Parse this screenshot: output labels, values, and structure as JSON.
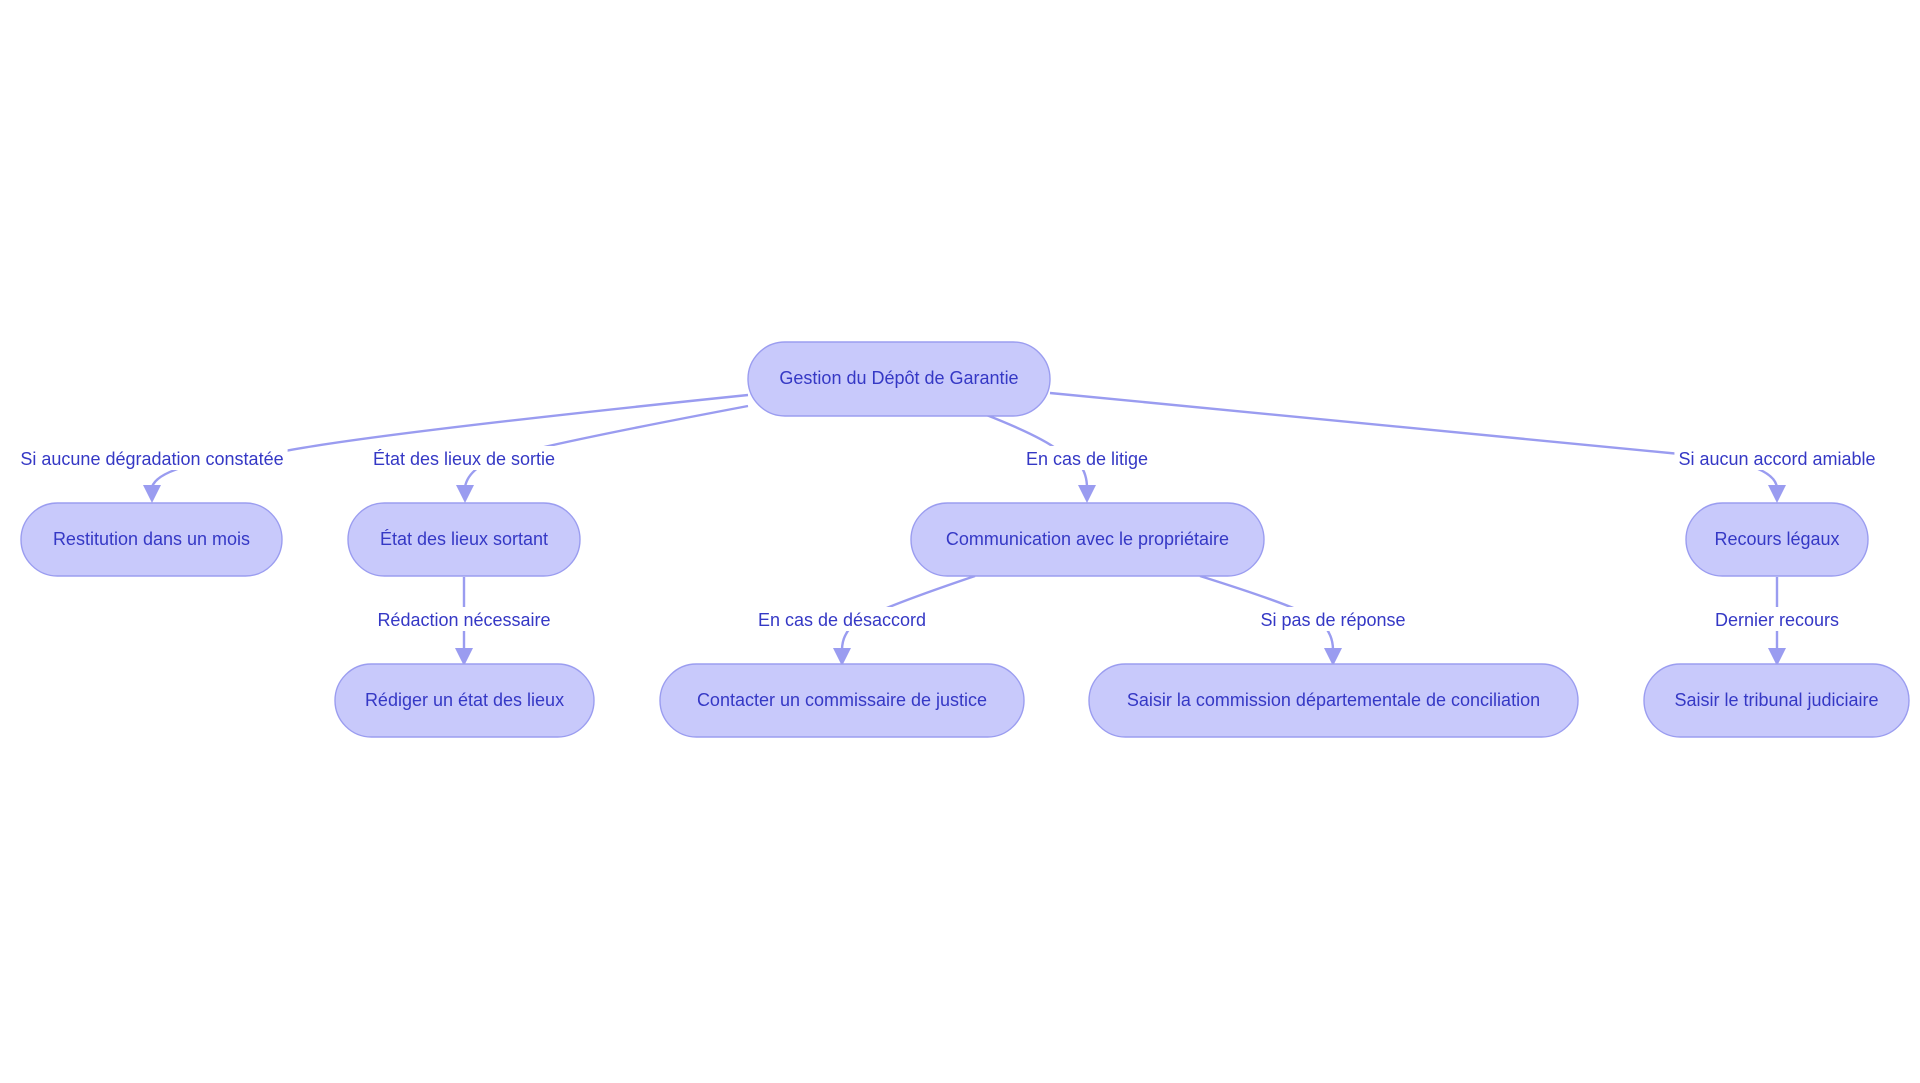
{
  "colors": {
    "node_fill": "#c8c9fb",
    "node_border": "#9b9df0",
    "edge": "#9a9cf0",
    "text": "#3538c5",
    "background": "#ffffff"
  },
  "nodes": {
    "root": "Gestion du Dépôt de Garantie",
    "restitution": "Restitution dans un mois",
    "etat_sortant": "État des lieux sortant",
    "communication": "Communication avec le propriétaire",
    "recours": "Recours légaux",
    "rediger": "Rédiger un état des lieux",
    "commissaire": "Contacter un commissaire de justice",
    "commission": "Saisir la commission départementale de conciliation",
    "tribunal": "Saisir le tribunal judiciaire"
  },
  "edges": {
    "root_restitution": "Si aucune dégradation constatée",
    "root_etat": "État des lieux de sortie",
    "root_communication": "En cas de litige",
    "root_recours": "Si aucun accord amiable",
    "etat_rediger": "Rédaction nécessaire",
    "communication_commissaire": "En cas de désaccord",
    "communication_commission": "Si pas de réponse",
    "recours_tribunal": "Dernier recours"
  }
}
